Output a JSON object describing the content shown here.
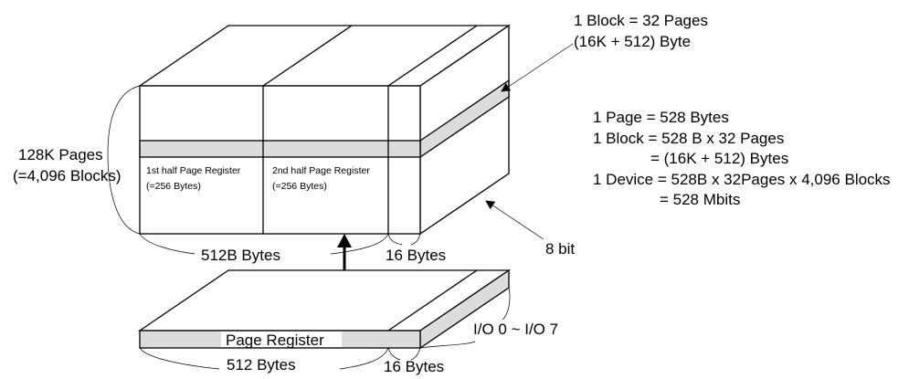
{
  "diagram": {
    "title_fragment": "",
    "colors": {
      "line": "#000000",
      "band_fill": "#dcdcdc",
      "background": "#ffffff"
    },
    "annotations": {
      "block_label_line1": "1 Block = 32 Pages",
      "block_label_line2": "(16K + 512) Byte",
      "pages_label_line1": "128K Pages",
      "pages_label_line2": "(=4,096 Blocks)",
      "first_half_line1": "1st half Page Register",
      "first_half_line2": "(=256 Bytes)",
      "second_half_line1": "2nd half Page Register",
      "second_half_line2": "(=256 Bytes)",
      "main_bytes": "512B Bytes",
      "spare_bytes": "16 Bytes",
      "bit_width": "8 bit",
      "page_register": "Page Register",
      "reg_bytes": "512 Bytes",
      "reg_spare_bytes": "16 Bytes",
      "io_range": "I/O 0 ~ I/O 7"
    },
    "formulas": [
      "1 Page = 528 Bytes",
      "1 Block = 528 B x 32 Pages",
      "= (16K + 512) Bytes",
      "1 Device = 528B x 32Pages x 4,096 Blocks",
      "= 528 Mbits"
    ]
  }
}
